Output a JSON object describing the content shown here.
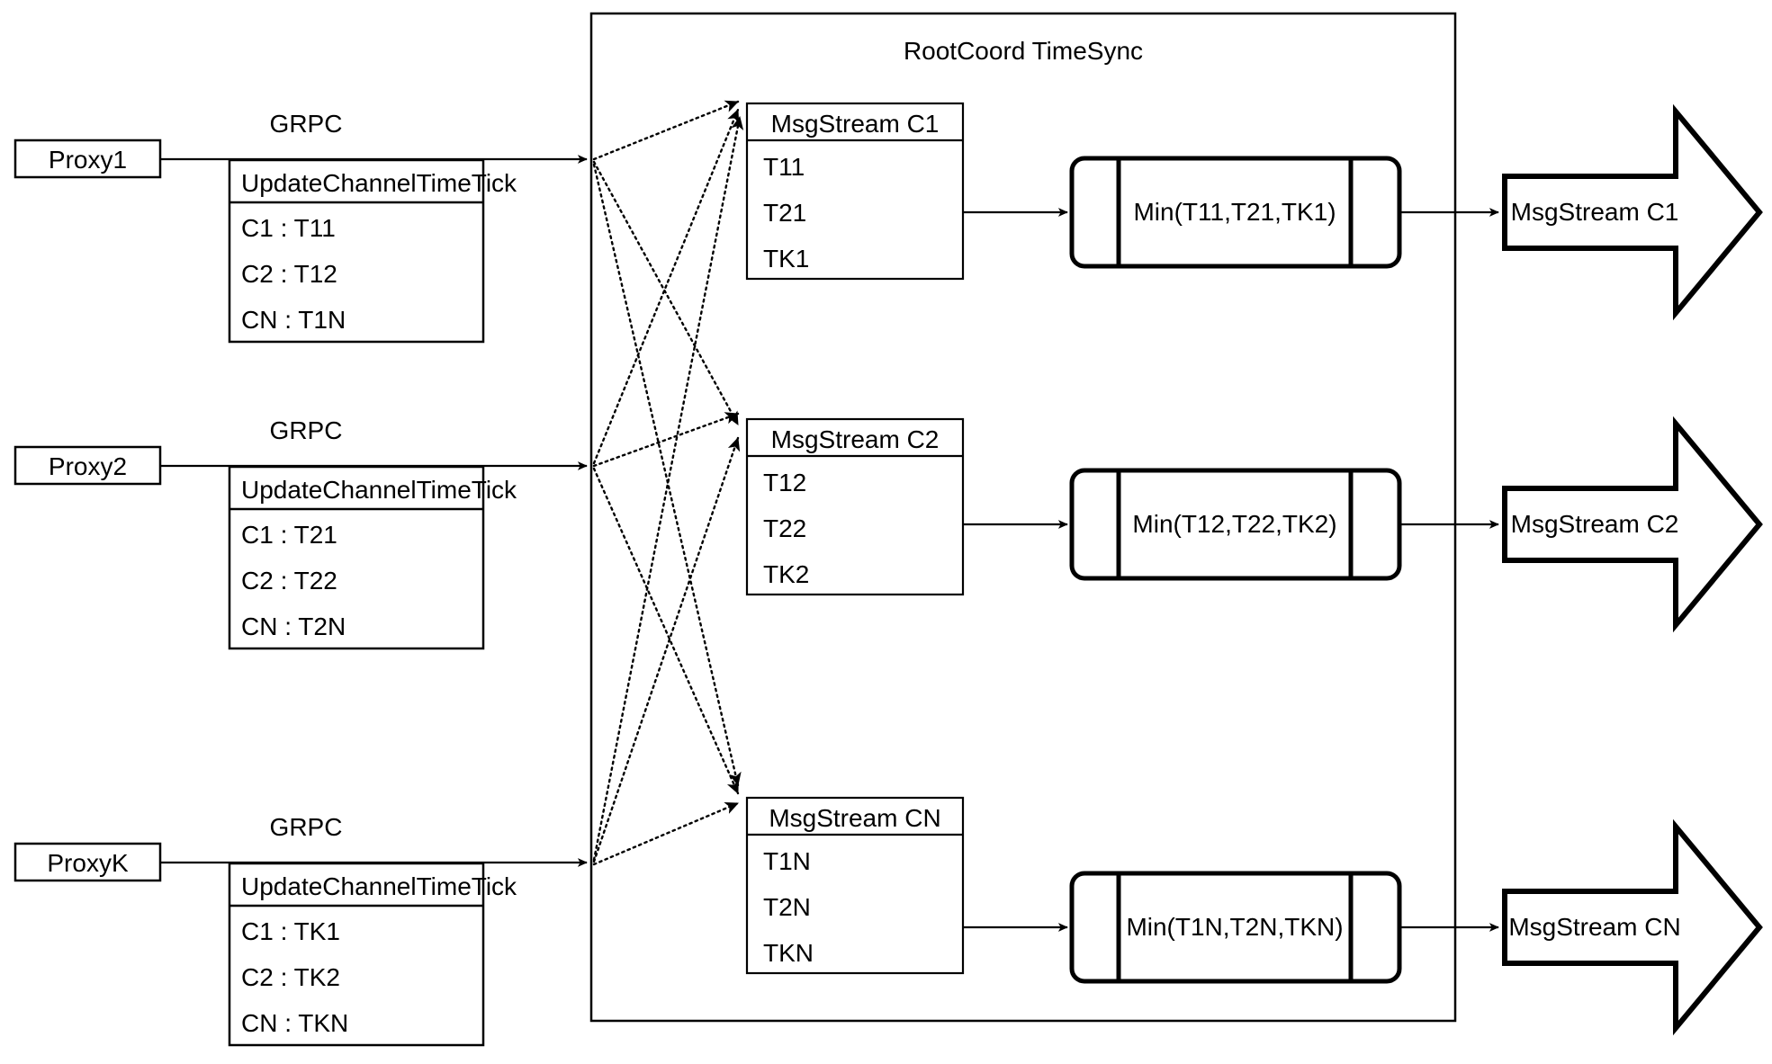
{
  "diagram": {
    "title": "RootCoord TimeSync",
    "container_label": "RootCoord TimeSync",
    "edge_label_grpc": "GRPC"
  },
  "proxies": [
    {
      "name": "Proxy1",
      "grpc_label": "GRPC",
      "request": {
        "header": "UpdateChannelTimeTick",
        "rows": [
          "C1 :  T11",
          "C2 :  T12",
          "CN : T1N"
        ]
      }
    },
    {
      "name": "Proxy2",
      "grpc_label": "GRPC",
      "request": {
        "header": "UpdateChannelTimeTick",
        "rows": [
          "C1 :  T21",
          "C2 :  T22",
          "CN : T2N"
        ]
      }
    },
    {
      "name": "ProxyK",
      "grpc_label": "GRPC",
      "request": {
        "header": "UpdateChannelTimeTick",
        "rows": [
          "C1 :  TK1",
          "C2 :  TK2",
          "CN : TKN"
        ]
      }
    }
  ],
  "channels": [
    {
      "msgstream": {
        "header": "MsgStream C1",
        "rows": [
          "T11",
          "T21",
          "TK1"
        ]
      },
      "min_node": "Min(T11,T21,TK1)",
      "output": "MsgStream C1"
    },
    {
      "msgstream": {
        "header": "MsgStream C2",
        "rows": [
          "T12",
          "T22",
          "TK2"
        ]
      },
      "min_node": "Min(T12,T22,TK2)",
      "output": "MsgStream C2"
    },
    {
      "msgstream": {
        "header": "MsgStream CN",
        "rows": [
          "T1N",
          "T2N",
          "TKN"
        ]
      },
      "min_node": "Min(T1N,T2N,TKN)",
      "output": "MsgStream CN"
    }
  ],
  "colors": {
    "stroke": "#000000",
    "background": "#ffffff",
    "text": "#000000"
  }
}
